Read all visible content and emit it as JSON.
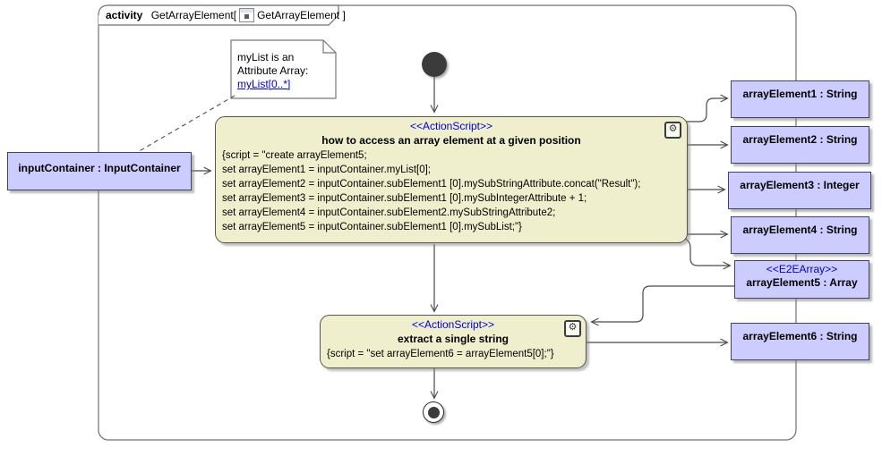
{
  "frame": {
    "keyword": "activity",
    "name_left": "GetArrayElement[",
    "name_right": "GetArrayElement ]"
  },
  "note": {
    "line1": "myList is an",
    "line2": "Attribute Array:",
    "link": "myList[0..*]"
  },
  "input_node": {
    "label": "inputContainer : InputContainer"
  },
  "main_action": {
    "stereotype": "<<ActionScript>>",
    "title": "how to access an array element at a given position",
    "script_lines": [
      "{script = \"create arrayElement5;",
      "set arrayElement1 = inputContainer.myList[0];",
      "set arrayElement2 = inputContainer.subElement1 [0].mySubStringAttribute.concat(\"Result\");",
      "set arrayElement3 = inputContainer.subElement1 [0].mySubIntegerAttribute + 1;",
      "set arrayElement4 = inputContainer.subElement2.mySubStringAttribute2;",
      "set arrayElement5 = inputContainer.subElement1 [0].mySubList;\"}"
    ],
    "icon": "gear"
  },
  "extract_action": {
    "stereotype": "<<ActionScript>>",
    "title": "extract a single string",
    "script_line": "{script = \"set arrayElement6 = arrayElement5[0];\"}",
    "icon": "gear"
  },
  "output_nodes": [
    {
      "label": "arrayElement1 : String"
    },
    {
      "label": "arrayElement2 : String"
    },
    {
      "label": "arrayElement3 : Integer"
    },
    {
      "label": "arrayElement4 : String"
    },
    {
      "stereotype": "<<E2EArray>>",
      "label": "arrayElement5 : Array"
    },
    {
      "label": "arrayElement6 : String"
    }
  ],
  "icons": {
    "gear_glyph": "⚙"
  },
  "colors": {
    "action_fill": "#efefce",
    "object_fill": "#ccccfe",
    "stereotype_blue": "#0000cc",
    "link_blue": "#0000cc",
    "edge": "#4a4a4a",
    "frame_border": "#707070"
  }
}
